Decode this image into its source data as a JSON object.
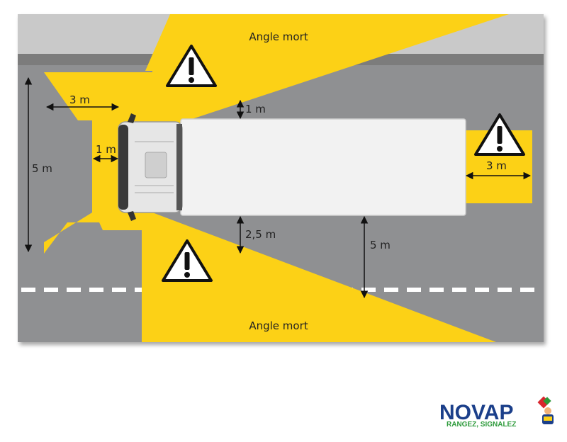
{
  "zones": {
    "top_label": "Angle mort",
    "bottom_label": "Angle mort"
  },
  "dimensions": {
    "front_depth": "3 m",
    "front_width": "5 m",
    "front_gap": "1 m",
    "side_gap_top": "1 m",
    "side_gap_bottom": "2,5 m",
    "side_width_right": "5 m",
    "rear_depth": "3 m"
  },
  "icons": {
    "warning": "warning-triangle-icon",
    "arrow": "dimension-arrow-icon"
  },
  "colors": {
    "road": "#8f9092",
    "road_top_strip": "#c9c9c9",
    "road_dark_strip": "#7b7b7b",
    "zone": "#fcd116",
    "truck_body": "#f2f2f2",
    "truck_cab": "#e6e6e6",
    "lane_marking": "#ffffff",
    "brand_primary": "#1b3f8a",
    "brand_accent": "#2c9a3a"
  },
  "brand": {
    "name": "NOVAP",
    "tagline": "RANGEZ, SIGNALEZ"
  }
}
